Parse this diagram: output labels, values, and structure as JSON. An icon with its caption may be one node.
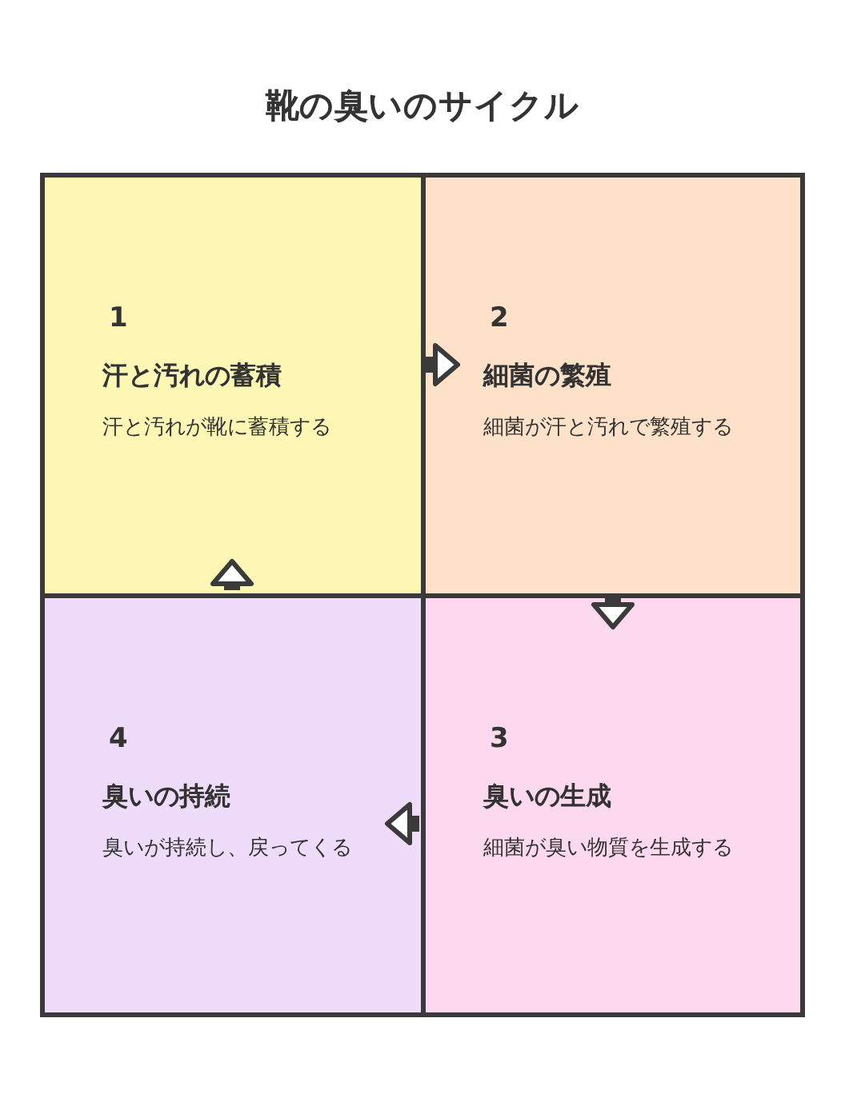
{
  "diagram": {
    "title": "靴の臭いのサイクル",
    "nodes": [
      {
        "text": [
          "1",
          "汗と汚れの蓄積",
          "汗と汚れが靴に蓄積する"
        ]
      },
      {
        "text": [
          "2",
          "細菌の繁殖",
          "細菌が汗と汚れで繁殖する"
        ]
      },
      {
        "text": [
          "4",
          "臭いの持続",
          "臭いが持続し、戻ってくる"
        ]
      },
      {
        "text": [
          "3",
          "臭いの生成",
          "細菌が臭い物質を生成する"
        ]
      }
    ],
    "edges": [
      {
        "from": 0,
        "to": 1,
        "arrow": "to"
      },
      {
        "from": 1,
        "to": 3,
        "arrow": "to"
      },
      {
        "from": 3,
        "to": 2,
        "arrow": "to"
      },
      {
        "from": 2,
        "to": 0,
        "arrow": "to"
      }
    ]
  }
}
